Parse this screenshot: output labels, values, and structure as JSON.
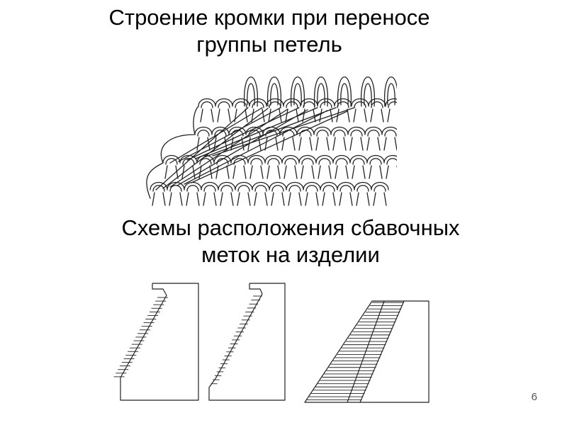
{
  "slide": {
    "title_top": {
      "line1": "Строение кромки при переносе",
      "line2": "группы петель"
    },
    "title_bottom": {
      "line1": "Схемы расположения сбавочных",
      "line2": "меток на изделии"
    },
    "page_number": "6"
  },
  "colors": {
    "text": "#000000",
    "lines": "#222222",
    "background": "#ffffff"
  }
}
